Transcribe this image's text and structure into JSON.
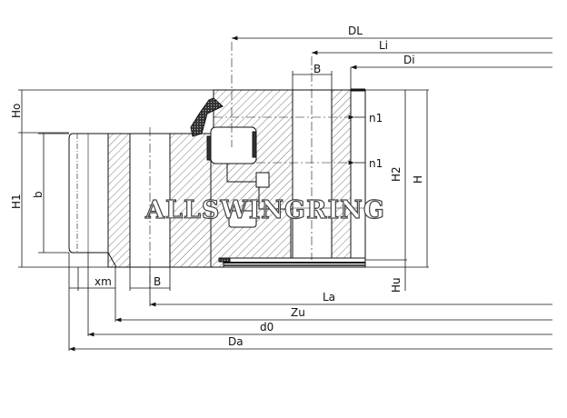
{
  "labels": {
    "DL": "DL",
    "Li": "Li",
    "Di": "Di",
    "B_top": "B",
    "n1_upper": "n1",
    "n1_lower": "n1",
    "Ho": "Ho",
    "H1": "H1",
    "b": "b",
    "H2": "H2",
    "H": "H",
    "Hu": "Hu",
    "xm": "xm",
    "B_bottom": "B",
    "La": "La",
    "Zu": "Zu",
    "d0": "d0",
    "Da": "Da"
  },
  "watermark": "ALLSWINGRING"
}
